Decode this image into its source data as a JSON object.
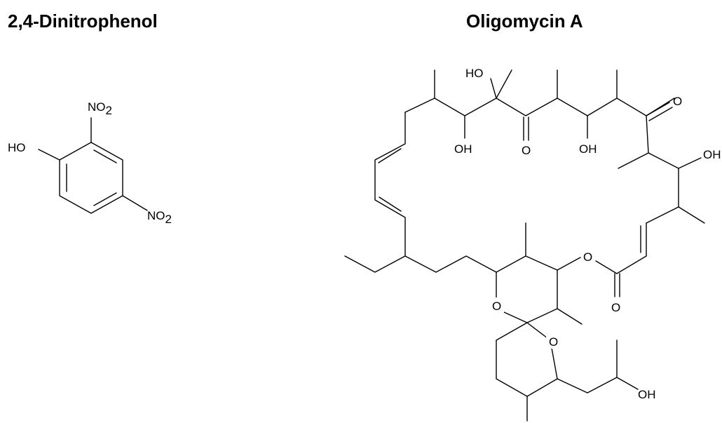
{
  "structures": [
    {
      "title": "2,4-Dinitrophenol",
      "labels": {
        "ho": "HO",
        "no2_top": "NO",
        "no2_right": "NO",
        "sub2": "2"
      }
    },
    {
      "title": "Oligomycin A",
      "labels": {
        "ho_top": "HO",
        "oh_1": "OH",
        "o_ketone_1": "O",
        "oh_2": "OH",
        "o_ketone_2": "O",
        "oh_3": "OH",
        "o_ester_ring": "O",
        "o_ester_carbonyl": "O",
        "o_spiro_1": "O",
        "o_spiro_2": "O",
        "oh_tail": "OH"
      }
    }
  ]
}
